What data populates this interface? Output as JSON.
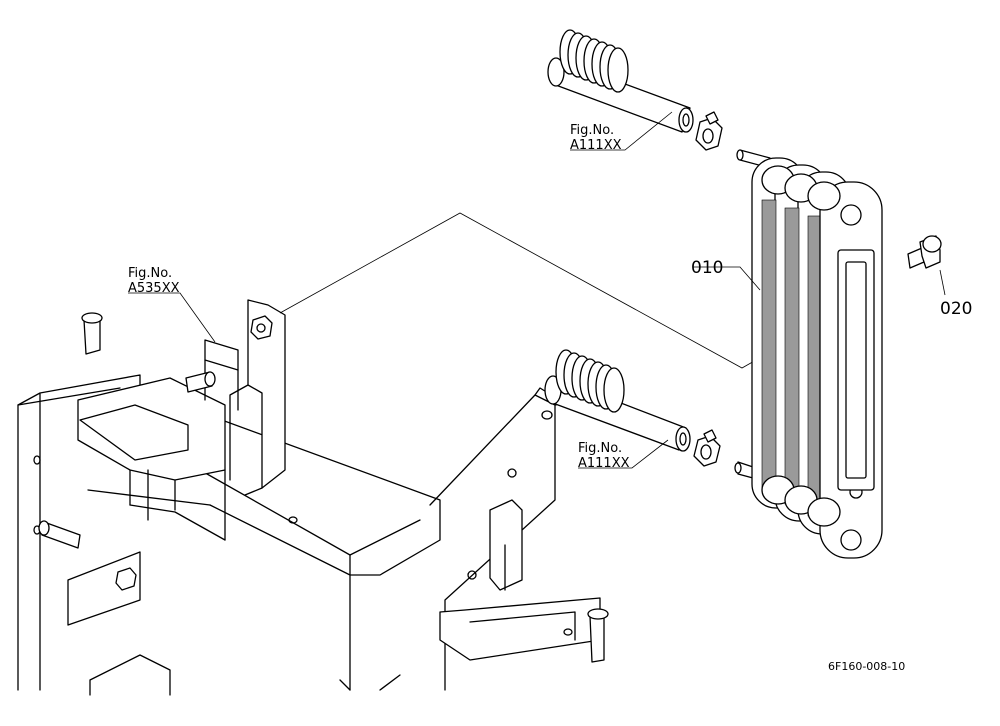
{
  "diagram": {
    "callouts": {
      "fig_top": {
        "line1": "Fig.No.",
        "line2": "A111XX"
      },
      "fig_left": {
        "line1": "Fig.No.",
        "line2": "A535XX"
      },
      "fig_bottom": {
        "line1": "Fig.No.",
        "line2": "A111XX"
      }
    },
    "part_numbers": {
      "cooler": "010",
      "bolt": "020"
    },
    "drawing_code": "6F160-008-10"
  }
}
